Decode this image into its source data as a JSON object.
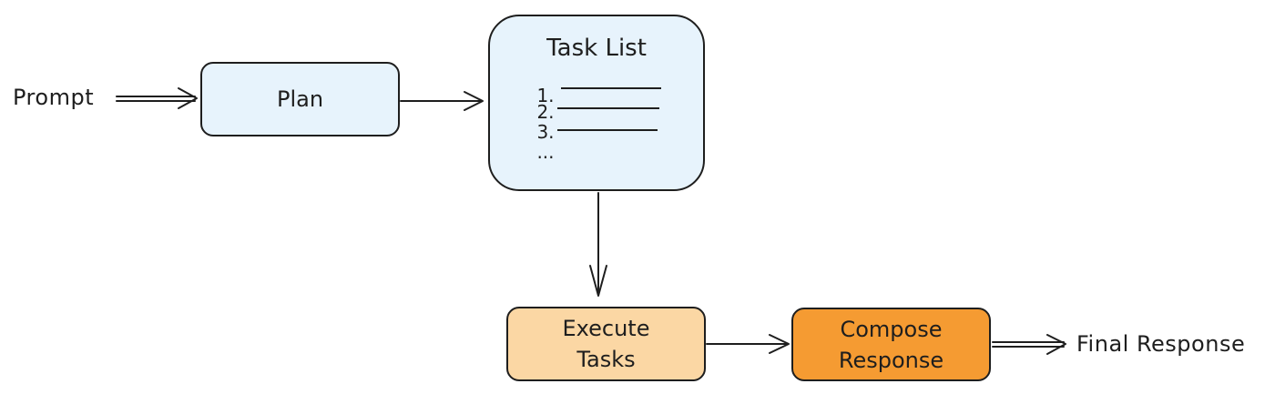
{
  "colors": {
    "stroke": "#1e1e1e",
    "plan_fill": "#e7f3fc",
    "tasklist_fill": "#e7f3fc",
    "execute_fill": "#fbd7a4",
    "compose_fill": "#f59b32"
  },
  "nodes": {
    "prompt": "Prompt",
    "plan": "Plan",
    "task_list": {
      "title": "Task List",
      "items": [
        "1.",
        "2.",
        "3.",
        "..."
      ]
    },
    "execute": {
      "line1": "Execute",
      "line2": "Tasks"
    },
    "compose": {
      "line1": "Compose",
      "line2": "Response"
    },
    "final": "Final Response"
  },
  "edges": [
    {
      "from": "prompt",
      "to": "plan"
    },
    {
      "from": "plan",
      "to": "task_list"
    },
    {
      "from": "task_list",
      "to": "execute"
    },
    {
      "from": "execute",
      "to": "compose"
    },
    {
      "from": "compose",
      "to": "final"
    }
  ]
}
